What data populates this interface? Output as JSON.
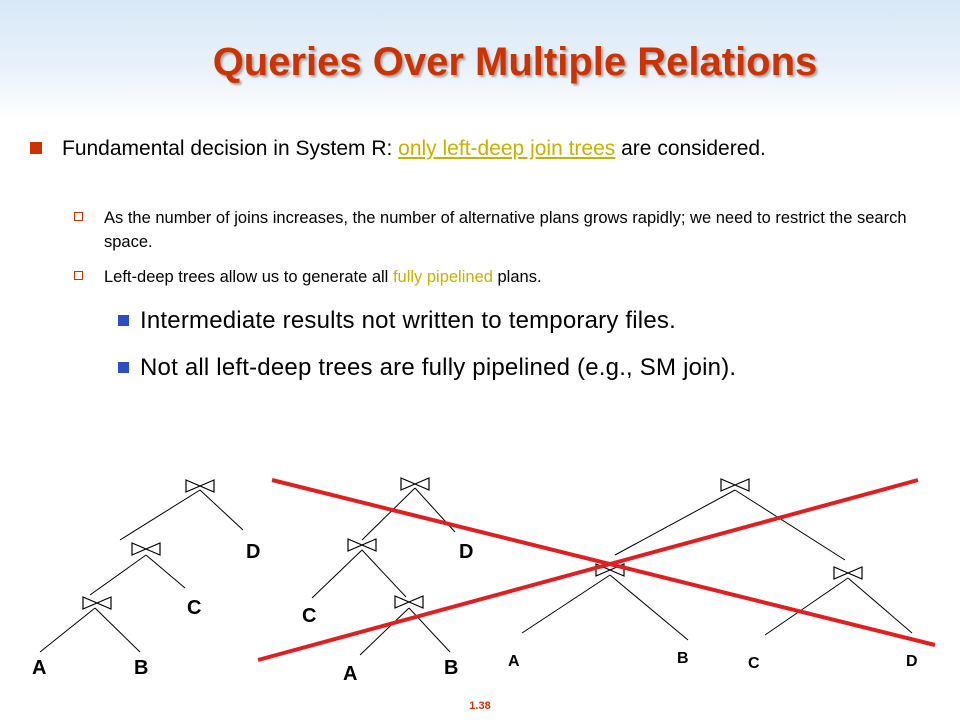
{
  "slide": {
    "title": "Queries Over Multiple Relations",
    "bullet1": {
      "before": "Fundamental decision in System R:  ",
      "highlight": "only left-deep join trees",
      "after": " are considered."
    },
    "sub1": {
      "text": "As the number of joins increases, the number of alternative plans grows rapidly; we need to restrict the search space."
    },
    "sub2": {
      "before": "Left-deep trees allow us to generate all ",
      "highlight": "fully pipelined",
      "after": " plans."
    },
    "sub3": "Intermediate results not written to temporary files.",
    "sub4": "Not all left-deep trees are fully pipelined (e.g., SM join).",
    "page_number": "1.38"
  },
  "colors": {
    "title": "#cc3300",
    "highlight": "#c7b100",
    "strike_lines": "#e02020",
    "level3_bullet": "#2a4fc4"
  },
  "trees": {
    "tree1": {
      "leaves": [
        "A",
        "B",
        "C",
        "D"
      ]
    },
    "tree2": {
      "leaves": [
        "A",
        "B",
        "C",
        "D"
      ]
    },
    "tree3": {
      "leaves": [
        "A",
        "B",
        "C",
        "D"
      ]
    }
  }
}
